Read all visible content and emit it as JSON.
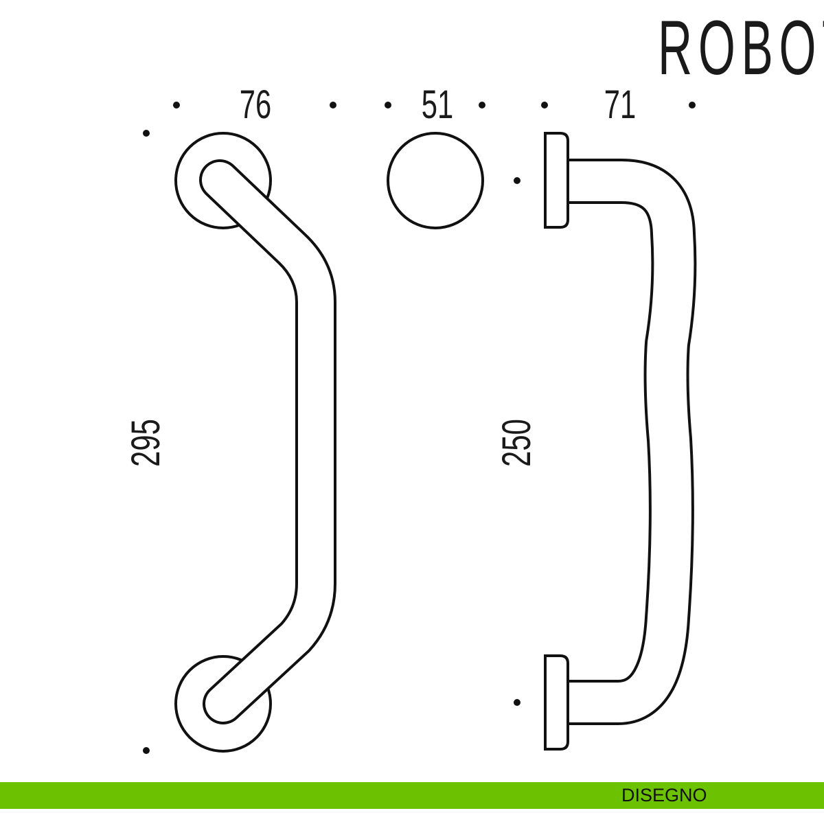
{
  "title": "ROBOT",
  "dimensions": {
    "rose_width": "76",
    "knob_width": "51",
    "projection": "71",
    "length_total": "295",
    "center_distance": "250"
  },
  "footer": {
    "label": "DISEGNO",
    "color": "#6cc200"
  }
}
